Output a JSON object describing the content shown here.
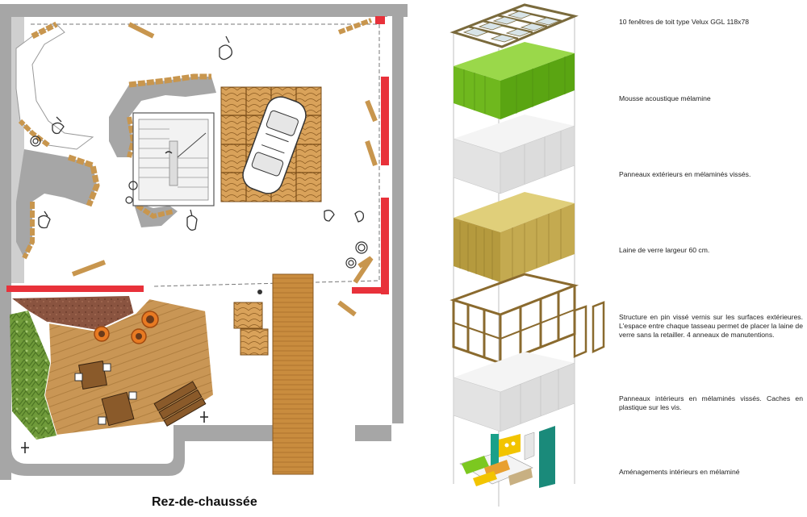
{
  "plan": {
    "title": "Rez-de-chaussée"
  },
  "layers": [
    {
      "label": "10 fenêtres de toit type Velux GGL 118x78",
      "color": "#a89a64"
    },
    {
      "label": "Mousse acoustique mélamine",
      "color": "#7cc820"
    },
    {
      "label": "Panneaux extérieurs en mélaminés vissés.",
      "color": "#e9e9e9"
    },
    {
      "label": "Laine de verre largeur 60 cm.",
      "color": "#c9b45a"
    },
    {
      "label": "Structure en pin vissé vernis sur les surfaces extérieures. L'espace entre chaque tasseau permet de placer la laine de verre sans la retailler. 4 anneaux de manutentions.",
      "color": "#d9c28a"
    },
    {
      "label": "Panneaux intérieurs en mélaminés vissés. Caches en plastique sur les vis.",
      "color": "#e9e9e9"
    },
    {
      "label": "Aménagements intérieurs en mélaminé",
      "color": "#f2c400"
    }
  ],
  "colors": {
    "wall": "#a6a6a6",
    "red_wall": "#e8313a",
    "wood": "#c8964e",
    "green": "#7cc820"
  }
}
